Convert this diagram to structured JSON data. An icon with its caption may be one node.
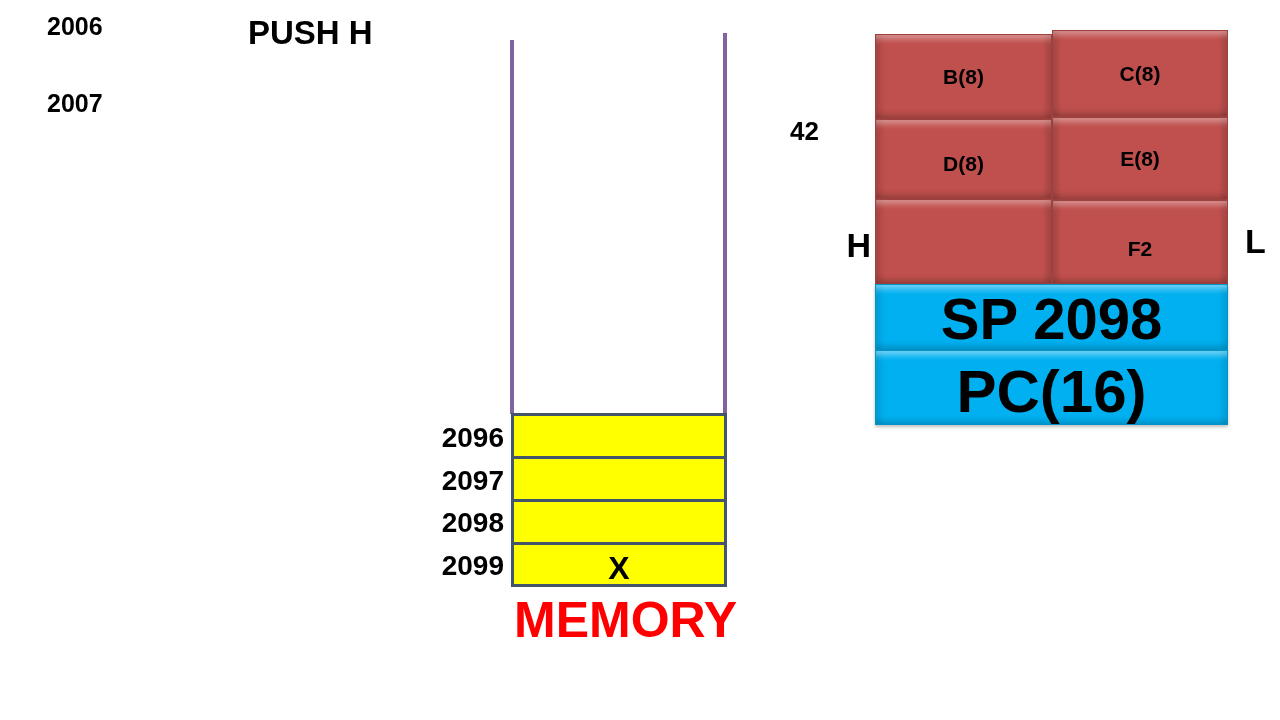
{
  "diagram": {
    "title": "PUSH H",
    "nodes": [
      {
        "text": [
          "B(8)"
        ]
      },
      {
        "text": [
          "C(8)"
        ]
      },
      {
        "text": [
          "D(8)"
        ]
      },
      {
        "text": [
          "E(8)"
        ]
      },
      {
        "text": [],
        "shape": "box",
        "beside": [
          "H"
        ]
      },
      {
        "text": [
          "F2"
        ],
        "beside": [
          "L"
        ]
      },
      {
        "text": [
          "SP 2098"
        ]
      },
      {
        "text": [
          "PC(16)"
        ]
      },
      {
        "text": [],
        "shape": "box",
        "beside": [
          "2096"
        ]
      },
      {
        "text": [],
        "shape": "box",
        "beside": [
          "2097"
        ]
      },
      {
        "text": [],
        "shape": "box",
        "beside": [
          "2098"
        ]
      },
      {
        "text": [
          "X"
        ],
        "beside": [
          "2099"
        ]
      }
    ],
    "labels": [
      "2006",
      "2007",
      "42",
      "MEMORY"
    ]
  }
}
